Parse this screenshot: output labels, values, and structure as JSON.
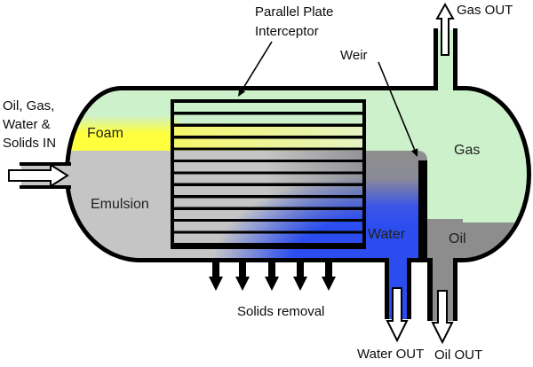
{
  "regions": {
    "foam": "Foam",
    "emulsion": "Emulsion",
    "gas": "Gas",
    "water": "Water",
    "oil": "Oil"
  },
  "annotations": {
    "parallel_plate_line1": "Parallel Plate",
    "parallel_plate_line2": "Interceptor",
    "weir": "Weir"
  },
  "flows": {
    "inlet_line1": "Oil, Gas,",
    "inlet_line2": "Water &",
    "inlet_line3": "Solids IN",
    "gas_out": "Gas OUT",
    "water_out": "Water OUT",
    "oil_out": "Oil OUT",
    "solids_removal": "Solids removal"
  },
  "colors": {
    "gas_green": "#cdf1ca",
    "foam_yellow": "#ffff3e",
    "emulsion_gray": "#c5c5c5",
    "water_blue": "#2b4df0",
    "oil_gray": "#8d8d8d",
    "outline": "#000000",
    "flow_arrow_fill": "#ffffff"
  },
  "icons": {
    "inlet_arrow": "flow-in-right-arrow",
    "gas_out_arrow": "flow-up-arrow",
    "water_out_arrow": "flow-down-arrow",
    "oil_out_arrow": "flow-down-arrow",
    "solids_arrow": "solids-down-arrow",
    "parallel_plate_pointer": "leader-arrow",
    "weir_pointer": "leader-arrow"
  }
}
